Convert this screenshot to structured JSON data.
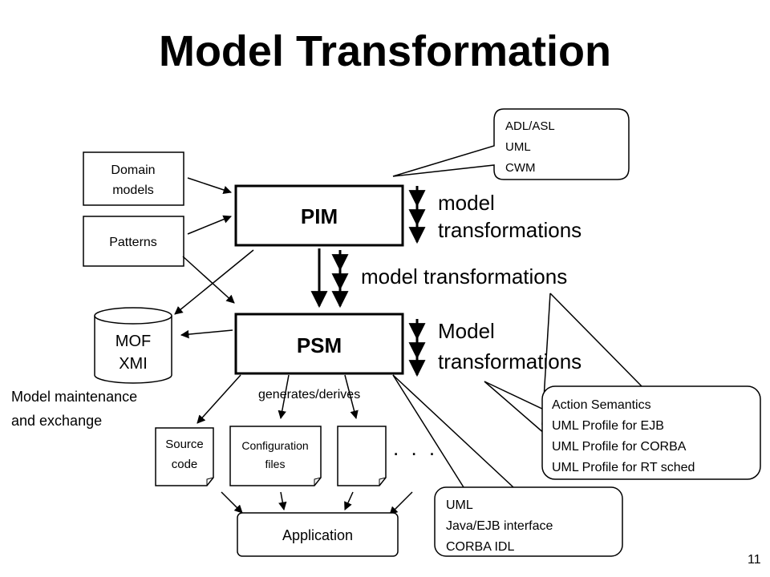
{
  "slide": {
    "title": "Model Transformation",
    "page_number": "11"
  },
  "inputs": {
    "domain_models": [
      "Domain",
      "models"
    ],
    "patterns": "Patterns"
  },
  "models": {
    "pim": "PIM",
    "psm": "PSM"
  },
  "labels": {
    "pim_transform": [
      "model",
      "transformations"
    ],
    "between_transform": "model transformations",
    "psm_transform": [
      "Model",
      "transformations"
    ],
    "generates": "generates/derives",
    "maintenance": [
      "Model maintenance",
      "and exchange"
    ],
    "ellipsis": ". . ."
  },
  "repository": {
    "lines": [
      "MOF",
      "XMI"
    ]
  },
  "artifacts": {
    "source": [
      "Source",
      "code"
    ],
    "config": [
      "Configuration",
      "files"
    ],
    "application": "Application"
  },
  "callouts": {
    "languages": [
      "ADL/ASL",
      "UML",
      "CWM"
    ],
    "profiles": [
      "Action Semantics",
      "UML Profile for EJB",
      "UML Profile for CORBA",
      "UML Profile for RT sched"
    ],
    "interfaces": [
      "UML",
      "Java/EJB interface",
      "CORBA IDL"
    ]
  }
}
